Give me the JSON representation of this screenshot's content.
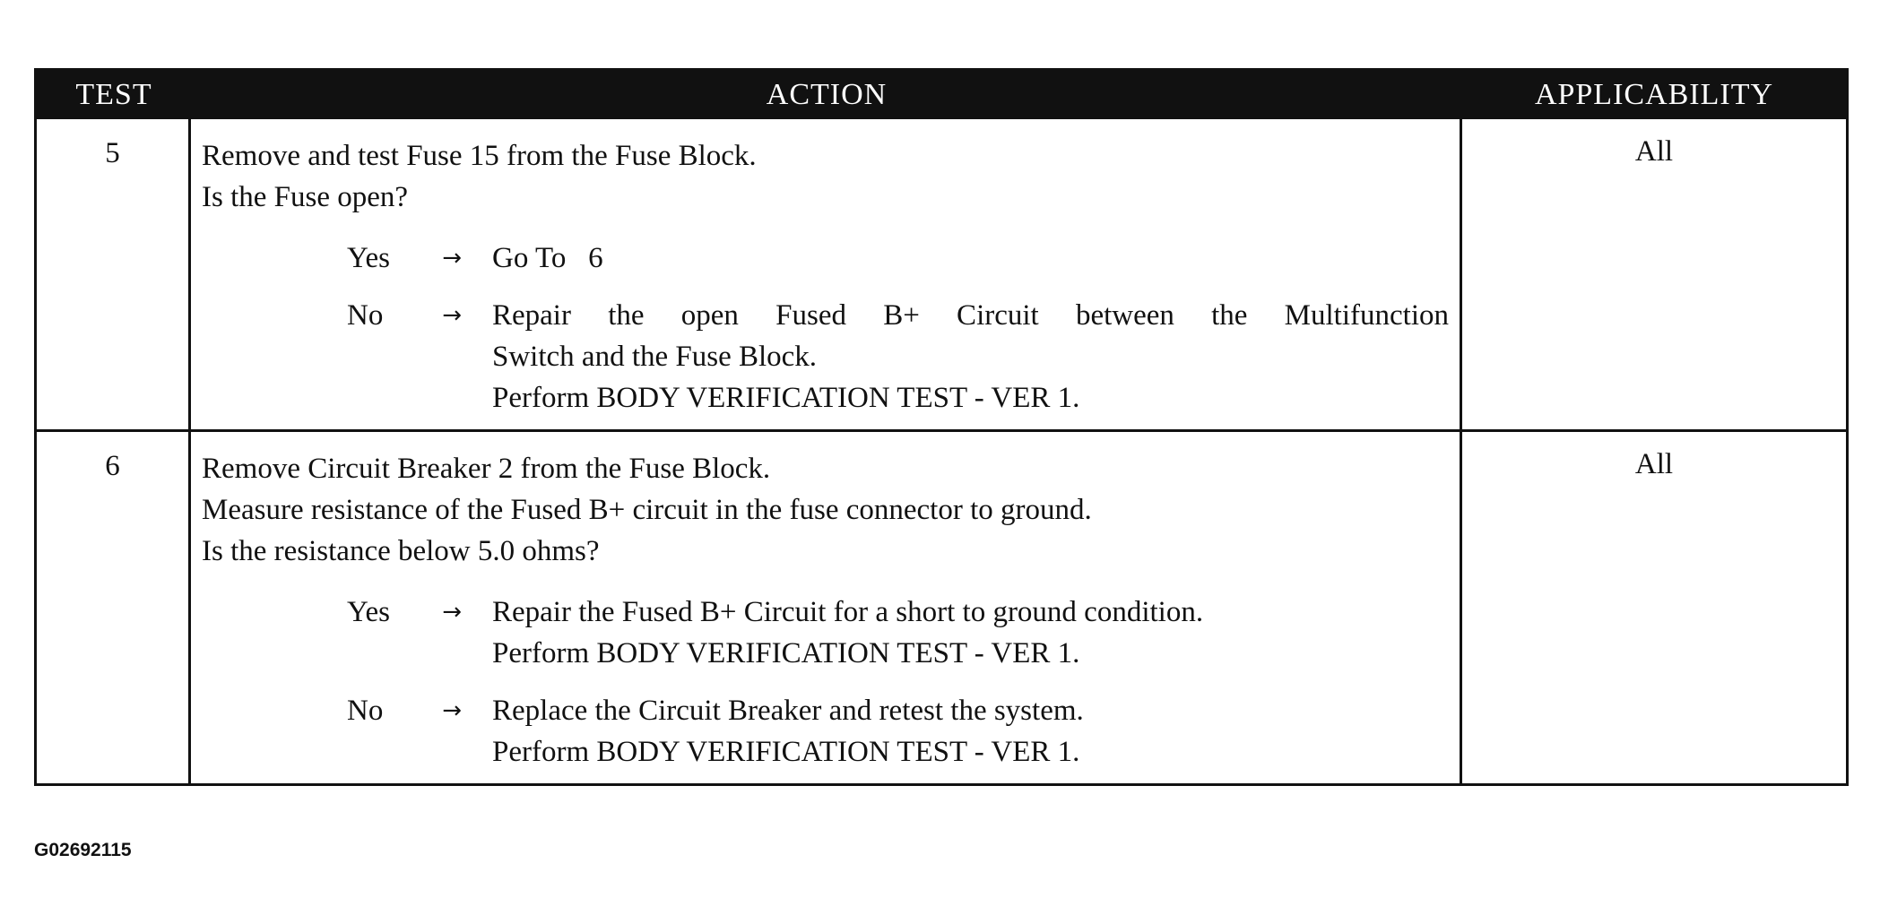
{
  "header": {
    "test": "TEST",
    "action": "ACTION",
    "applicability": "APPLICABILITY"
  },
  "rows": [
    {
      "test": "5",
      "instructions": [
        "Remove and test Fuse 15 from the Fuse Block.",
        "Is the Fuse open?"
      ],
      "results": [
        {
          "label": "Yes",
          "arrow": "→",
          "lines": [
            "Go To   6"
          ]
        },
        {
          "label": "No",
          "arrow": "→",
          "lines": [
            "Repair the open Fused B+ Circuit between the Multifunction",
            "Switch and the Fuse Block.",
            "Perform BODY VERIFICATION TEST - VER 1."
          ]
        }
      ],
      "applicability": "All"
    },
    {
      "test": "6",
      "instructions": [
        "Remove Circuit Breaker 2 from the Fuse Block.",
        "Measure resistance of the Fused B+ circuit in the fuse connector to ground.",
        "Is the resistance below 5.0 ohms?"
      ],
      "results": [
        {
          "label": "Yes",
          "arrow": "→",
          "lines": [
            "Repair the Fused B+ Circuit for a short to ground condition.",
            "Perform BODY VERIFICATION TEST - VER 1."
          ]
        },
        {
          "label": "No",
          "arrow": "→",
          "lines": [
            "Replace the Circuit Breaker and retest the system.",
            "Perform BODY VERIFICATION TEST - VER 1."
          ]
        }
      ],
      "applicability": "All"
    }
  ],
  "figure_id": "G02692115"
}
